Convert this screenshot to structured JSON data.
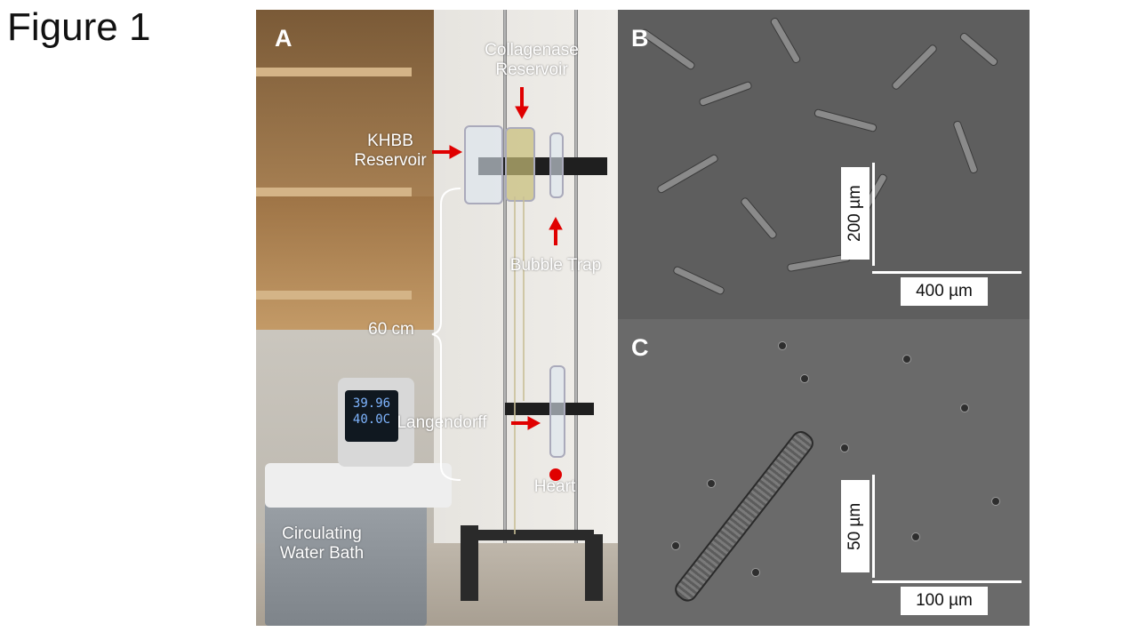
{
  "figure_title": "Figure 1",
  "panels": {
    "a": {
      "letter": "A"
    },
    "b": {
      "letter": "B"
    },
    "c": {
      "letter": "C"
    }
  },
  "labels": {
    "collagenase": "Collagenase Reservoir",
    "khhb": "KHBB Reservoir",
    "bubble_trap": "Bubble Trap",
    "height": "60 cm",
    "langendorff": "Langendorff",
    "heart": "Heart",
    "water_bath": "Circulating Water Bath"
  },
  "device_display": {
    "reading_1": "39.96",
    "reading_2": "40.0C"
  },
  "scale_bars": {
    "b_vertical": "200 µm",
    "b_horizontal": "400 µm",
    "c_vertical": "50 µm",
    "c_horizontal": "100 µm"
  },
  "colors": {
    "arrow": "#e00000",
    "label_text": "#ffffff"
  }
}
